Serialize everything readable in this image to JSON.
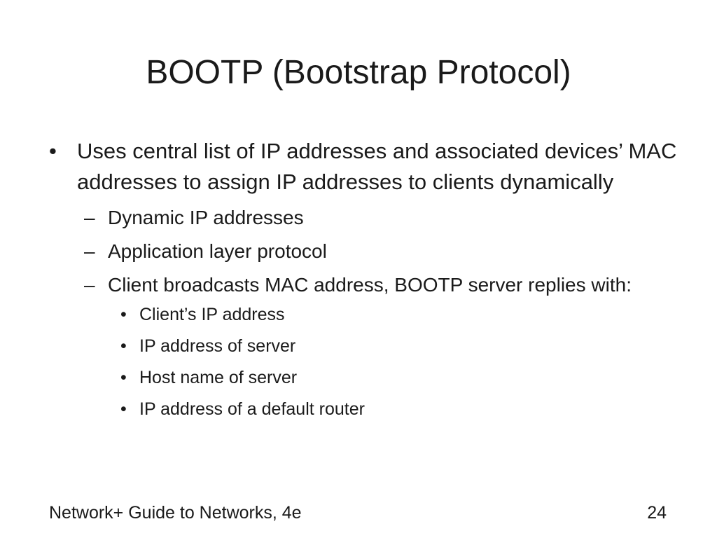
{
  "slide": {
    "title": "BOOTP (Bootstrap Protocol)",
    "bullets": {
      "b1": {
        "marker": "•",
        "text": "Uses central list of IP addresses and associated devices’ MAC addresses to assign IP addresses to clients dynamically",
        "sub": [
          {
            "marker": "–",
            "text": "Dynamic IP addresses"
          },
          {
            "marker": "–",
            "text": "Application layer protocol"
          },
          {
            "marker": "–",
            "text": "Client broadcasts MAC address, BOOTP server replies with:"
          }
        ],
        "subsub": [
          {
            "marker": "•",
            "text": "Client’s IP address"
          },
          {
            "marker": "•",
            "text": "IP address of server"
          },
          {
            "marker": "•",
            "text": "Host name of server"
          },
          {
            "marker": "•",
            "text": "IP address of a default router"
          }
        ]
      }
    },
    "footer": {
      "left": "Network+ Guide to Networks, 4e",
      "page_number": "24"
    }
  }
}
